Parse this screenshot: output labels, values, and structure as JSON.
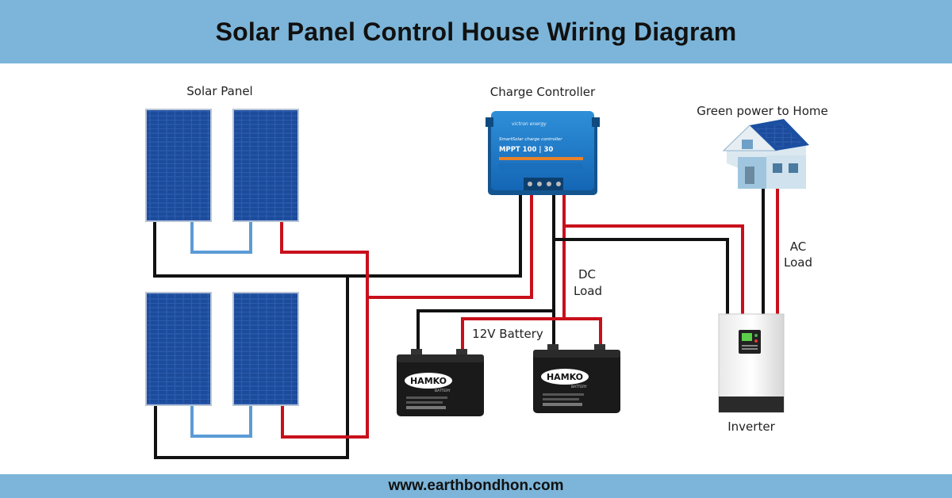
{
  "title": "Solar Panel Control  House Wiring Diagram",
  "footer": "www.earthbondhon.com",
  "labels": {
    "solar_panel": "Solar Panel",
    "charge_controller": "Charge Controller",
    "green_power": "Green power to Home",
    "ac": "AC",
    "load_ac": "Load",
    "dc": "DC",
    "load_dc": "Load",
    "battery": "12V Battery",
    "inverter": "Inverter"
  },
  "controller": {
    "brand": "victron energy",
    "line1": "SmartSolar charge controller",
    "model": "MPPT 100 | 30"
  },
  "battery_brand": "HAMKO",
  "battery_sub": "BATTERY",
  "colors": {
    "header": "#7cb5d9",
    "wire_red": "#c8101c",
    "wire_black": "#111111",
    "wire_blue": "#5b9bd5",
    "panel": "#1f4fa0"
  }
}
